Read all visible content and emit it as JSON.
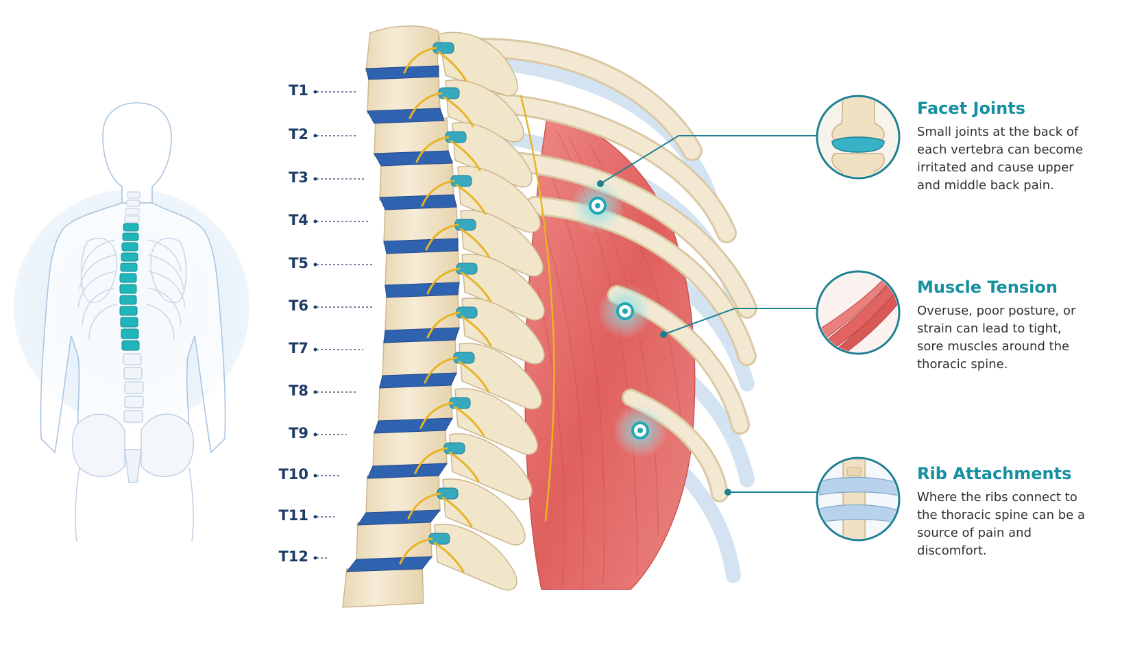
{
  "levels": [
    "T1",
    "T2",
    "T3",
    "T4",
    "T5",
    "T6",
    "T7",
    "T8",
    "T9",
    "T10",
    "T11",
    "T12"
  ],
  "callouts": [
    {
      "title": "Facet Joints",
      "description": "Small joints at the back of each vertebra can become irritated and cause upper and middle back pain.",
      "icon": "facet-joint-icon"
    },
    {
      "title": "Muscle Tension",
      "description": "Overuse, poor posture, or strain can lead to tight, sore muscles around the thoracic spine.",
      "icon": "muscle-fiber-icon"
    },
    {
      "title": "Rib Attachments",
      "description": "Where the ribs connect to the thoracic spine can be a source of pain and discomfort.",
      "icon": "rib-attachment-icon"
    }
  ],
  "colors": {
    "accent": "#1690a0",
    "label": "#1e3b66",
    "bone": "#f2e6cc",
    "disc": "#2f63b0",
    "muscle": "#e06464",
    "nerve": "#e8b423",
    "highlight_spine": "#1fb5ba"
  }
}
